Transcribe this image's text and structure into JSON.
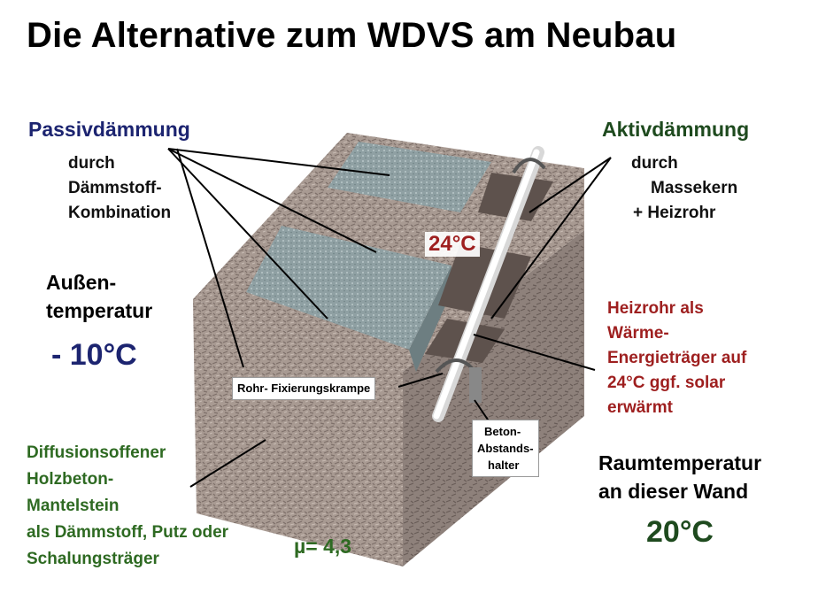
{
  "title": "Die Alternative zum WDVS am Neubau",
  "passive": {
    "heading": "Passivdämmung",
    "lines": [
      "durch",
      "Dämmstoff-",
      "Kombination"
    ]
  },
  "active": {
    "heading": "Aktivdämmung",
    "lines": [
      "durch",
      "Massekern",
      "+ Heizrohr"
    ]
  },
  "outside": {
    "label_lines": [
      "Außen-",
      "temperatur"
    ],
    "value": "- 10°C"
  },
  "pipe_temp": "24°C",
  "heating_pipe": {
    "lines": [
      "Heizrohr als",
      "Wärme-",
      "Energieträger auf",
      "24°C  ggf. solar",
      "erwärmt"
    ]
  },
  "clamp_label": "Rohr- Fixierungskrampe",
  "spacer_label_lines": [
    "Beton-",
    "Abstands-",
    "halter"
  ],
  "room": {
    "label_lines": [
      "Raumtemperatur",
      "an dieser Wand"
    ],
    "value": "20°C"
  },
  "block_desc": {
    "lines": [
      "Diffusionsoffener",
      "Holzbeton-",
      "Mantelstein",
      "als Dämmstoff, Putz oder",
      "Schalungsträger"
    ]
  },
  "mu_value": "µ= 4,3",
  "colors": {
    "title": "#000000",
    "passive_heading": "#1c2470",
    "active_heading": "#1e4a1e",
    "red_text": "#9e1f1f",
    "green_text": "#2e6a22",
    "outside_value": "#1c2470",
    "room_value": "#1e4a1e"
  }
}
